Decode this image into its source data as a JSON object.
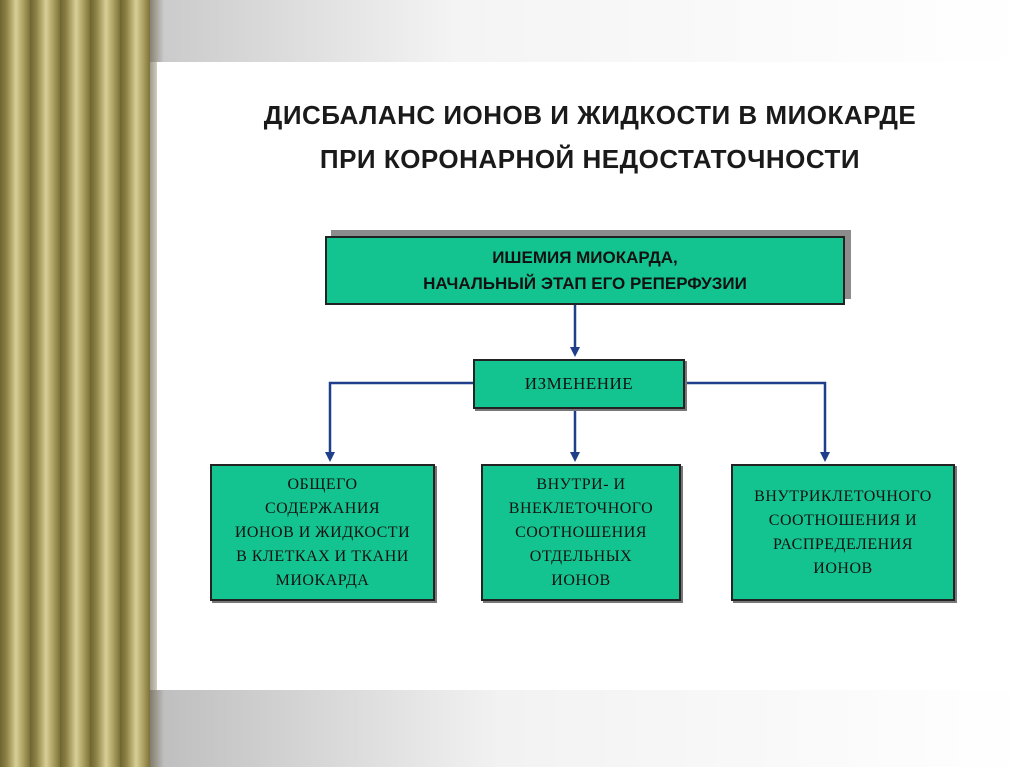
{
  "title": {
    "line1": "ДИСБАЛАНС  ИОНОВ  И  ЖИДКОСТИ  В   МИОКАРДЕ",
    "line2": "ПРИ  КОРОНАРНОЙ   НЕДОСТАТОЧНОСТИ"
  },
  "nodes": {
    "root": {
      "line1": "ИШЕМИЯ  МИОКАРДА,",
      "line2": "НАЧАЛЬНЫЙ  ЭТАП  ЕГО  РЕПЕРФУЗИИ"
    },
    "change": {
      "label": "ИЗМЕНЕНИЕ"
    },
    "left": {
      "lines": [
        "ОБЩЕГО",
        "СОДЕРЖАНИЯ",
        "ИОНОВ  И ЖИДКОСТИ",
        "В  КЛЕТКАХ  И ТКАНИ",
        "МИОКАРДА"
      ]
    },
    "center": {
      "lines": [
        "ВНУТРИ-  И",
        "ВНЕКЛЕТОЧНОГО",
        "СООТНОШЕНИЯ",
        "ОТДЕЛЬНЫХ",
        "ИОНОВ"
      ]
    },
    "right": {
      "lines": [
        "ВНУТРИКЛЕТОЧНОГО",
        "СООТНОШЕНИЯ  И",
        "РАСПРЕДЕЛЕНИЯ",
        "ИОНОВ"
      ]
    }
  },
  "colors": {
    "box_fill": "#14c490",
    "arrow": "#1f3f8a"
  }
}
